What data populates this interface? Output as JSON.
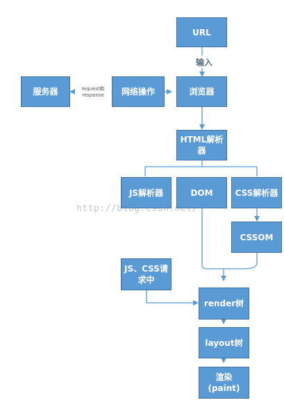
{
  "nodes": {
    "url": "URL",
    "browser": "浏览器",
    "network": "网络操作",
    "server": "服务器",
    "html_parser": "HTML解析器",
    "js_parser": "JS解析器",
    "dom": "DOM",
    "css_parser": "CSS解析器",
    "cssom": "CSSOM",
    "js_css_request": "JS、CSS请求中",
    "render_tree": "render树",
    "layout_tree": "layout树",
    "paint": "渲染(paint)"
  },
  "edge_labels": {
    "input": "输入",
    "request_response": "request和response"
  },
  "watermark": "http://blog.csdn.net/",
  "colors": {
    "node_fill": "#5b9bd5",
    "node_border": "#41719c",
    "edge": "#5b9bd5"
  }
}
